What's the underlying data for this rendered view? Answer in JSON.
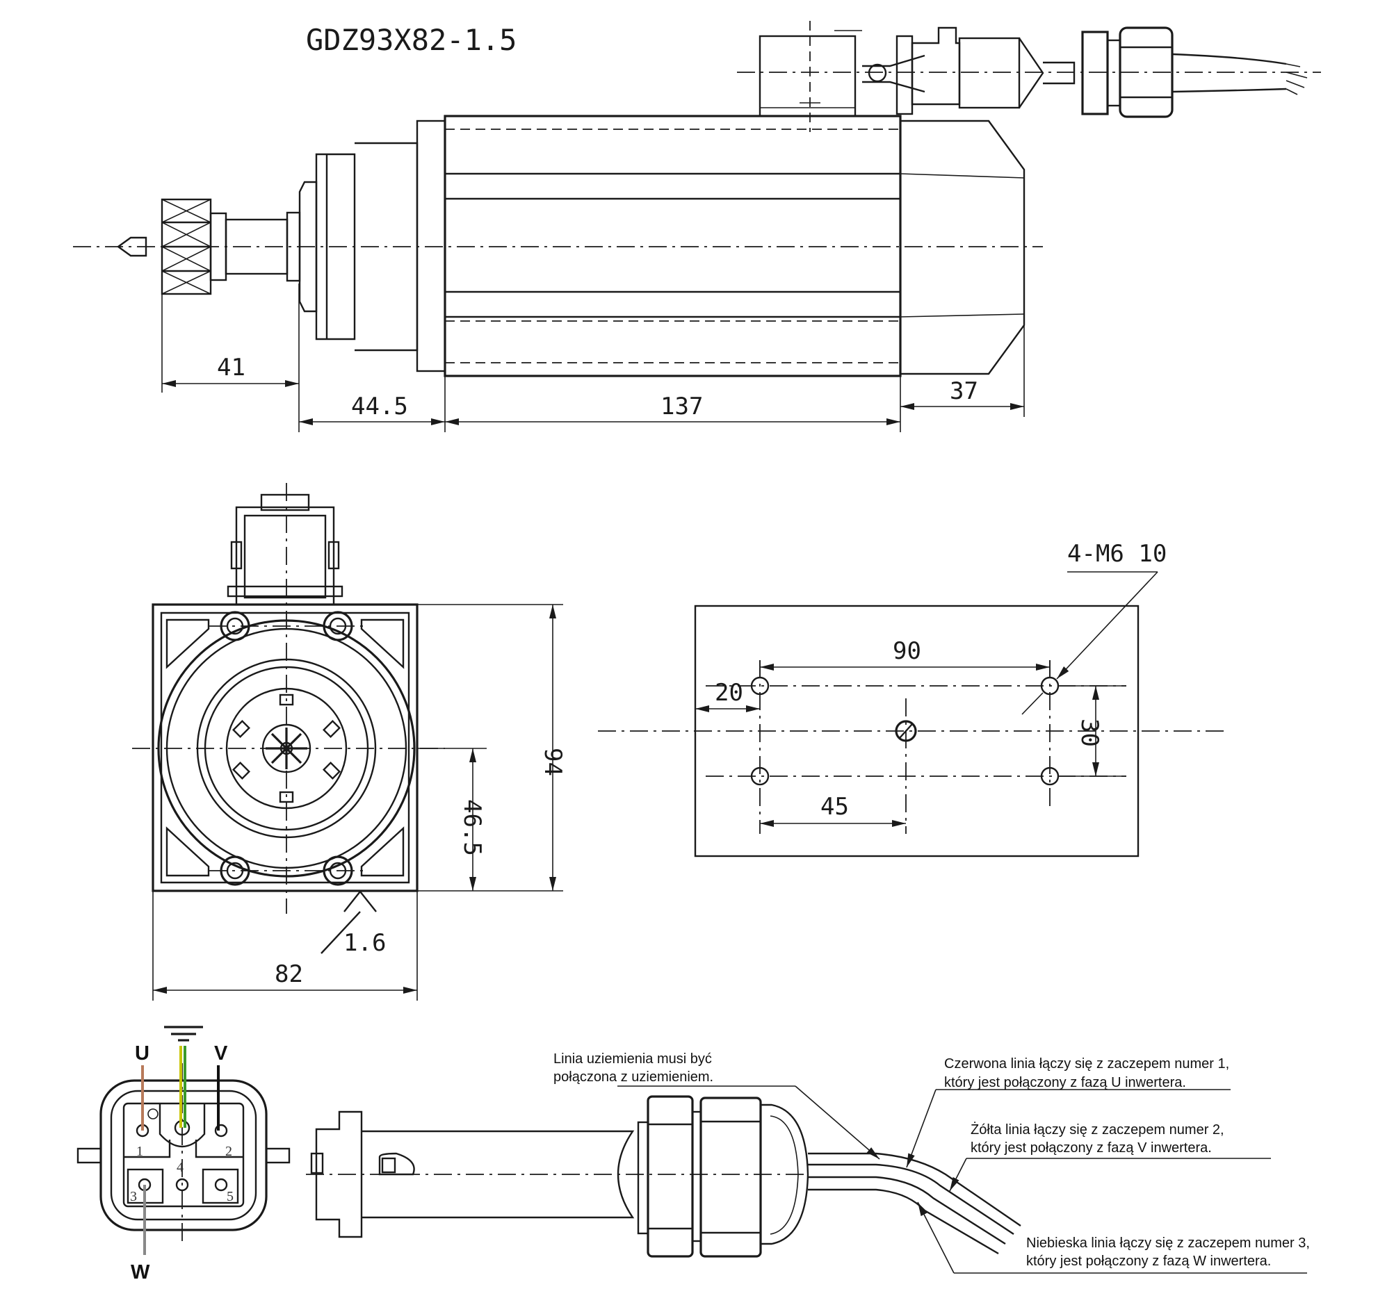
{
  "title": "GDZ93X82-1.5",
  "side_view": {
    "dims": [
      "41",
      "44.5",
      "137",
      "37"
    ]
  },
  "front_view": {
    "dims": {
      "height_total": "94",
      "height_center": "46.5",
      "width": "82",
      "roughness": "1.6"
    }
  },
  "mount_plate": {
    "hole_note": "4-M6 10",
    "dims": {
      "spacing_x": "90",
      "offset_x": "20",
      "spacing_y": "30",
      "center_x": "45"
    }
  },
  "connector": {
    "pins": {
      "u_label": "U",
      "v_label": "V",
      "w_label": "W",
      "n1": "1",
      "n2": "2",
      "n3": "3",
      "n4": "4",
      "n5": "5"
    },
    "wire_colors": {
      "u": "#b87a5a",
      "ground_a": "#c8c400",
      "ground_b": "#3a9a2a",
      "v": "#111111",
      "w": "#888888"
    }
  },
  "notes": {
    "ground_1": "Linia uziemienia musi być",
    "ground_2": "połączona z uziemieniem.",
    "red_1": "Czerwona linia łączy się z zaczepem numer 1,",
    "red_2": "który jest połączony z fazą U inwertera.",
    "yellow_1": "Żółta linia łączy się z zaczepem numer 2,",
    "yellow_2": "który jest połączony z fazą V inwertera.",
    "blue_1": "Niebieska linia łączy się z zaczepem numer 3,",
    "blue_2": "który jest połączony z fazą W inwertera."
  }
}
